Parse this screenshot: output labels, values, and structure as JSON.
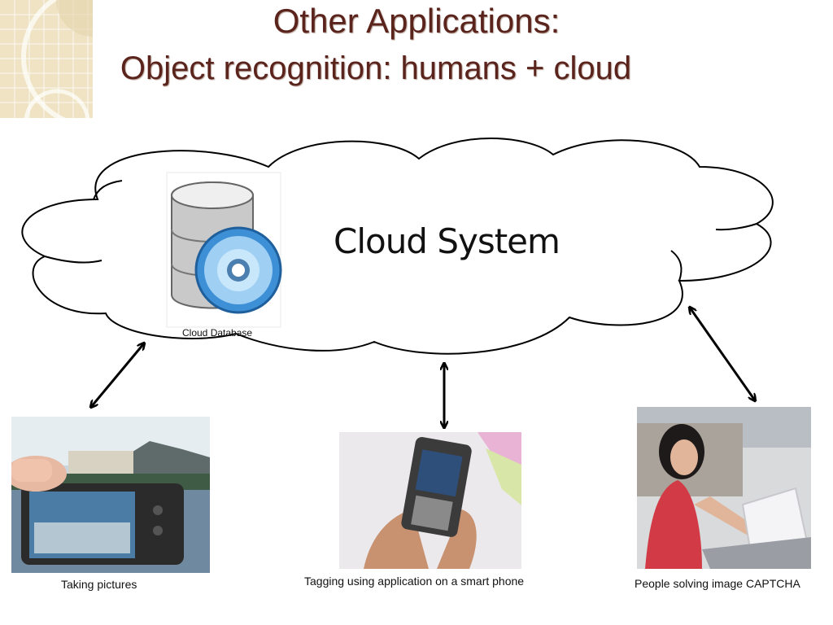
{
  "slide": {
    "title_line1": "Other Applications:",
    "title_line2": "Object recognition: humans + cloud"
  },
  "cloud": {
    "label": "Cloud System",
    "database_label": "Cloud Database",
    "database_icon": "database-icon"
  },
  "photos": [
    {
      "id": "taking-pictures",
      "caption": "Taking pictures"
    },
    {
      "id": "tagging-phone",
      "caption": "Tagging using application on a smart phone"
    },
    {
      "id": "captcha",
      "caption": "People solving image CAPTCHA"
    }
  ],
  "colors": {
    "title": "#5a231c",
    "outline": "#000000"
  }
}
